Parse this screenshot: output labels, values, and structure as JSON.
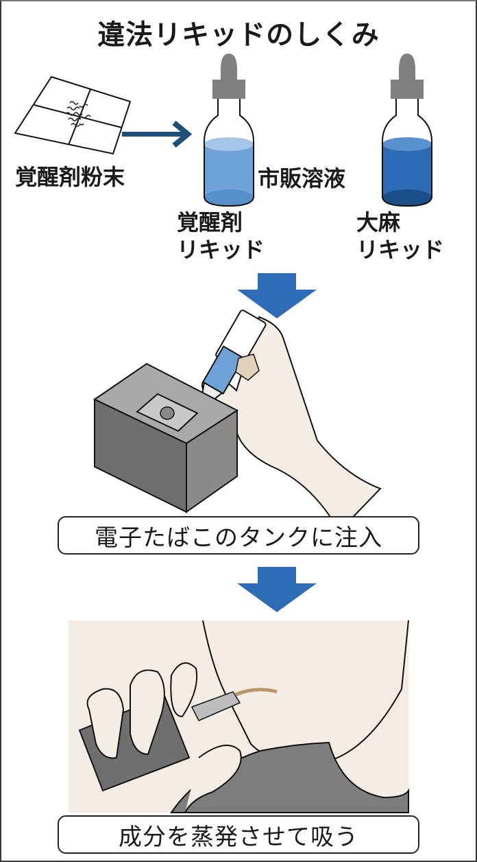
{
  "title": "違法リキッドのしくみ",
  "step1": {
    "powder_label": "覚醒剤粉末",
    "solvent_label": "市販溶液",
    "bottles": [
      {
        "label_line1": "覚醒剤",
        "label_line2": "リキッド",
        "liquid_color": "#6fa3d8"
      },
      {
        "label_line1": "大麻",
        "label_line2": "リキッド",
        "liquid_color": "#2d6cb5"
      }
    ]
  },
  "step2": {
    "caption": "電子たばこのタンクに注入"
  },
  "step3": {
    "caption": "成分を蒸発させて吸う"
  },
  "colors": {
    "arrow_blue": "#2f6cb8",
    "arrow_navy": "#1e4f7a",
    "cap_gray": "#7f7f7f",
    "device_gray": "#707070",
    "skin": "#f3ede5"
  }
}
